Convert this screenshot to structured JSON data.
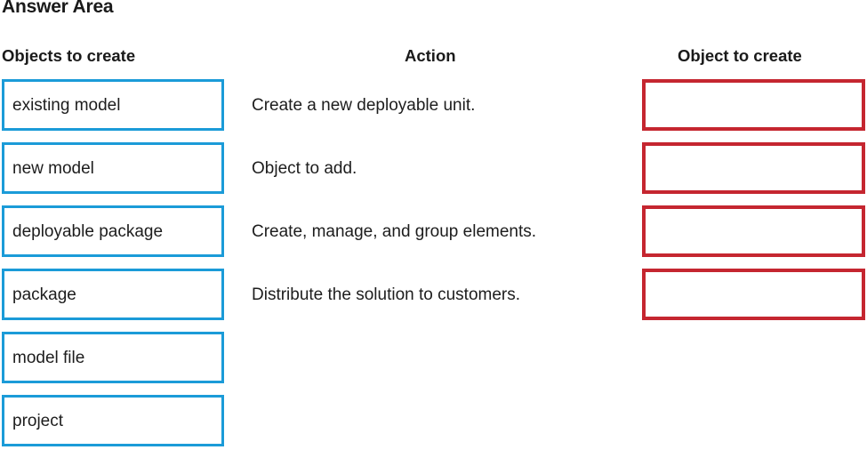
{
  "page": {
    "title": "Answer Area",
    "accent_blue": "#1b9bd8",
    "accent_red": "#c52630",
    "background": "#ffffff"
  },
  "columns": {
    "left_header": "Objects to create",
    "middle_header": "Action",
    "right_header": "Object to create"
  },
  "source_items": [
    {
      "label": "existing model"
    },
    {
      "label": "new model"
    },
    {
      "label": "deployable package"
    },
    {
      "label": "package"
    },
    {
      "label": "model file"
    },
    {
      "label": "project"
    }
  ],
  "actions": [
    {
      "label": "Create a new deployable unit.",
      "answer": ""
    },
    {
      "label": "Object to add.",
      "answer": ""
    },
    {
      "label": "Create, manage, and group elements.",
      "answer": ""
    },
    {
      "label": "Distribute the solution to customers.",
      "answer": ""
    }
  ]
}
